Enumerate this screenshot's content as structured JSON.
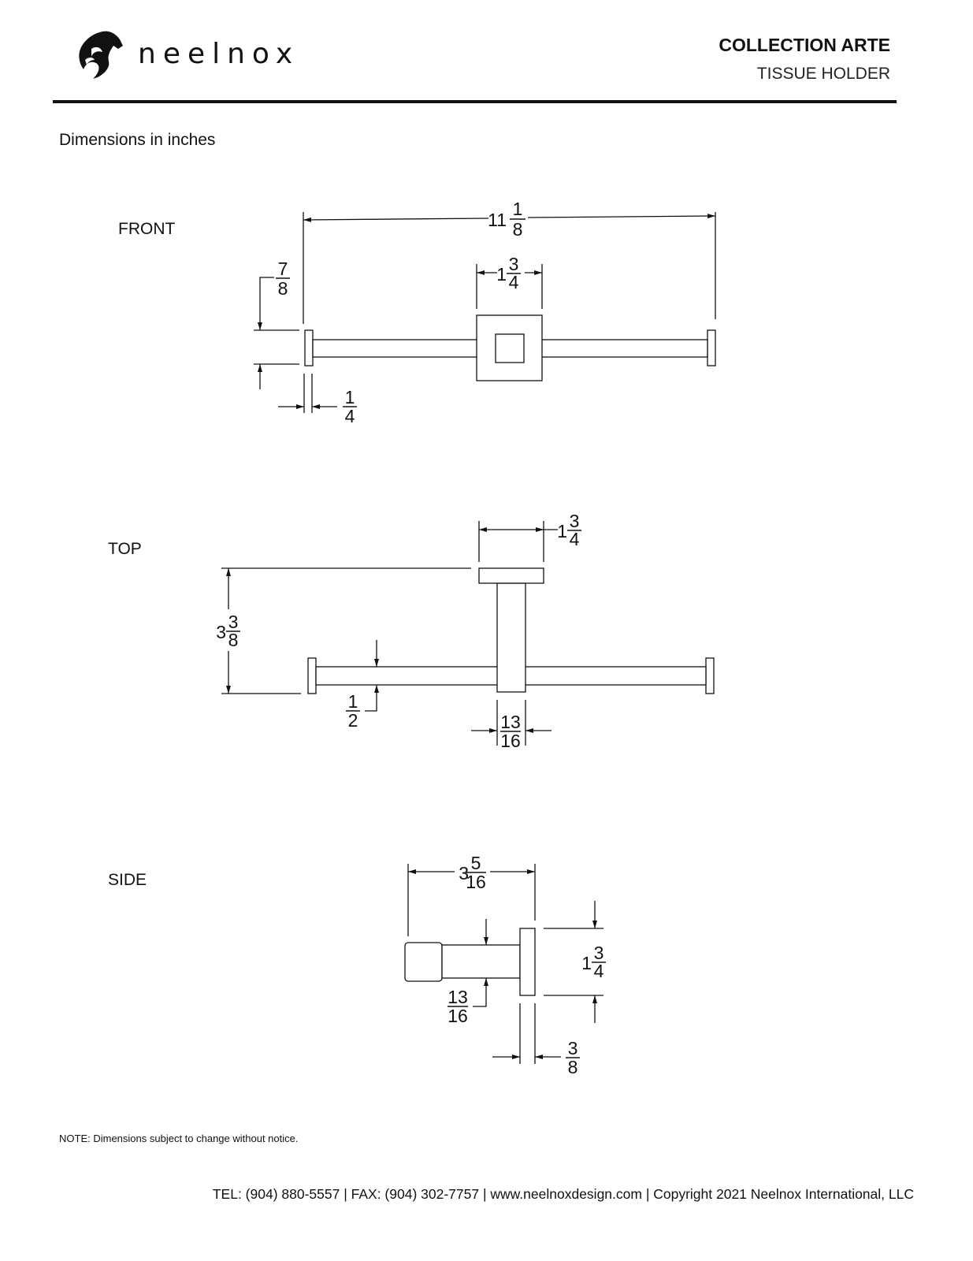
{
  "header": {
    "brand": "neelnox",
    "collection": "COLLECTION ARTE",
    "product": "TISSUE HOLDER",
    "logo_icon": "horse-head-icon"
  },
  "dimensions_note": "Dimensions in inches",
  "views": {
    "front": {
      "label": "FRONT",
      "overall_width": {
        "whole": "11",
        "num": "1",
        "den": "8"
      },
      "center_block_width": {
        "whole": "1",
        "num": "3",
        "den": "4"
      },
      "end_cap_height": {
        "whole": "",
        "num": "7",
        "den": "8"
      },
      "end_cap_thickness": {
        "whole": "",
        "num": "1",
        "den": "4"
      }
    },
    "top": {
      "label": "TOP",
      "mount_width": {
        "whole": "1",
        "num": "3",
        "den": "4"
      },
      "projection": {
        "whole": "3",
        "num": "3",
        "den": "8"
      },
      "rod_diameter": {
        "whole": "",
        "num": "1",
        "den": "2"
      },
      "post_width": {
        "whole": "",
        "num": "13",
        "den": "16"
      }
    },
    "side": {
      "label": "SIDE",
      "depth": {
        "whole": "3",
        "num": "5",
        "den": "16"
      },
      "plate_height": {
        "whole": "1",
        "num": "3",
        "den": "4"
      },
      "rod_diameter": {
        "whole": "",
        "num": "13",
        "den": "16"
      },
      "plate_thickness": {
        "whole": "",
        "num": "3",
        "den": "8"
      }
    }
  },
  "note": "NOTE: Dimensions subject to change without notice.",
  "footer": "TEL: (904) 880-5557 | FAX: (904) 302-7757 | www.neelnoxdesign.com | Copyright 2021 Neelnox International, LLC"
}
